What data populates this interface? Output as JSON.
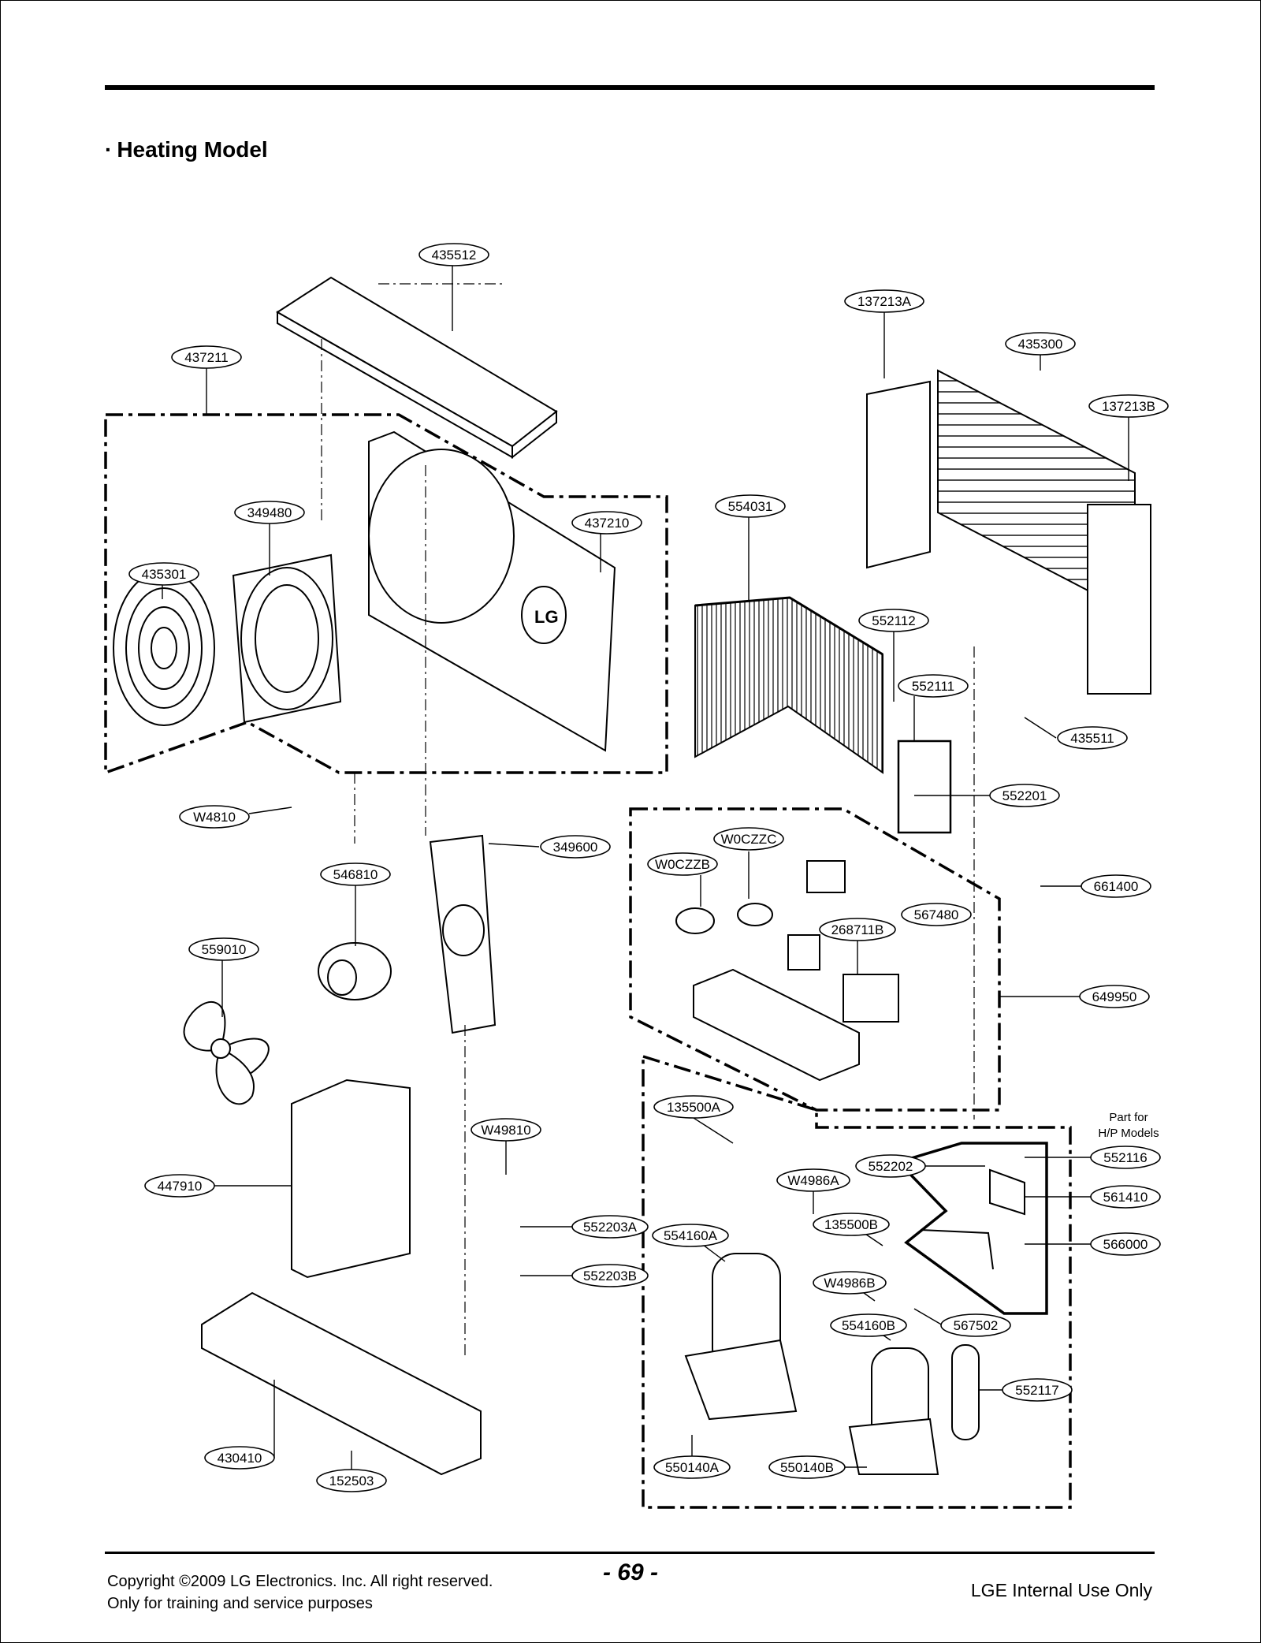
{
  "section": {
    "bullet": "·",
    "title": "Heating Model"
  },
  "parts": [
    "435512",
    "437211",
    "349480",
    "437210",
    "435301",
    "137213A",
    "435300",
    "137213B",
    "554031",
    "552112",
    "552111",
    "435511",
    "552201",
    "W4810",
    "349600",
    "546810",
    "559010",
    "W0CZZB",
    "W0CZZC",
    "268711B",
    "567480",
    "661400",
    "649950",
    "447910",
    "W49810",
    "552203A",
    "552203B",
    "430410",
    "152503",
    "135500A",
    "W4986A",
    "552202",
    "552116",
    "561410",
    "554160A",
    "135500B",
    "566000",
    "W4986B",
    "554160B",
    "567502",
    "552117",
    "550140A",
    "550140B"
  ],
  "hp_note": {
    "line1": "Part for",
    "line2": "H/P Models"
  },
  "brand_logo": "LG",
  "footer": {
    "copyright_line1": "Copyright ©2009 LG Electronics. Inc. All right reserved.",
    "copyright_line2": "Only for training and service purposes",
    "page_number": "- 69 -",
    "internal_note": "LGE Internal Use Only"
  }
}
